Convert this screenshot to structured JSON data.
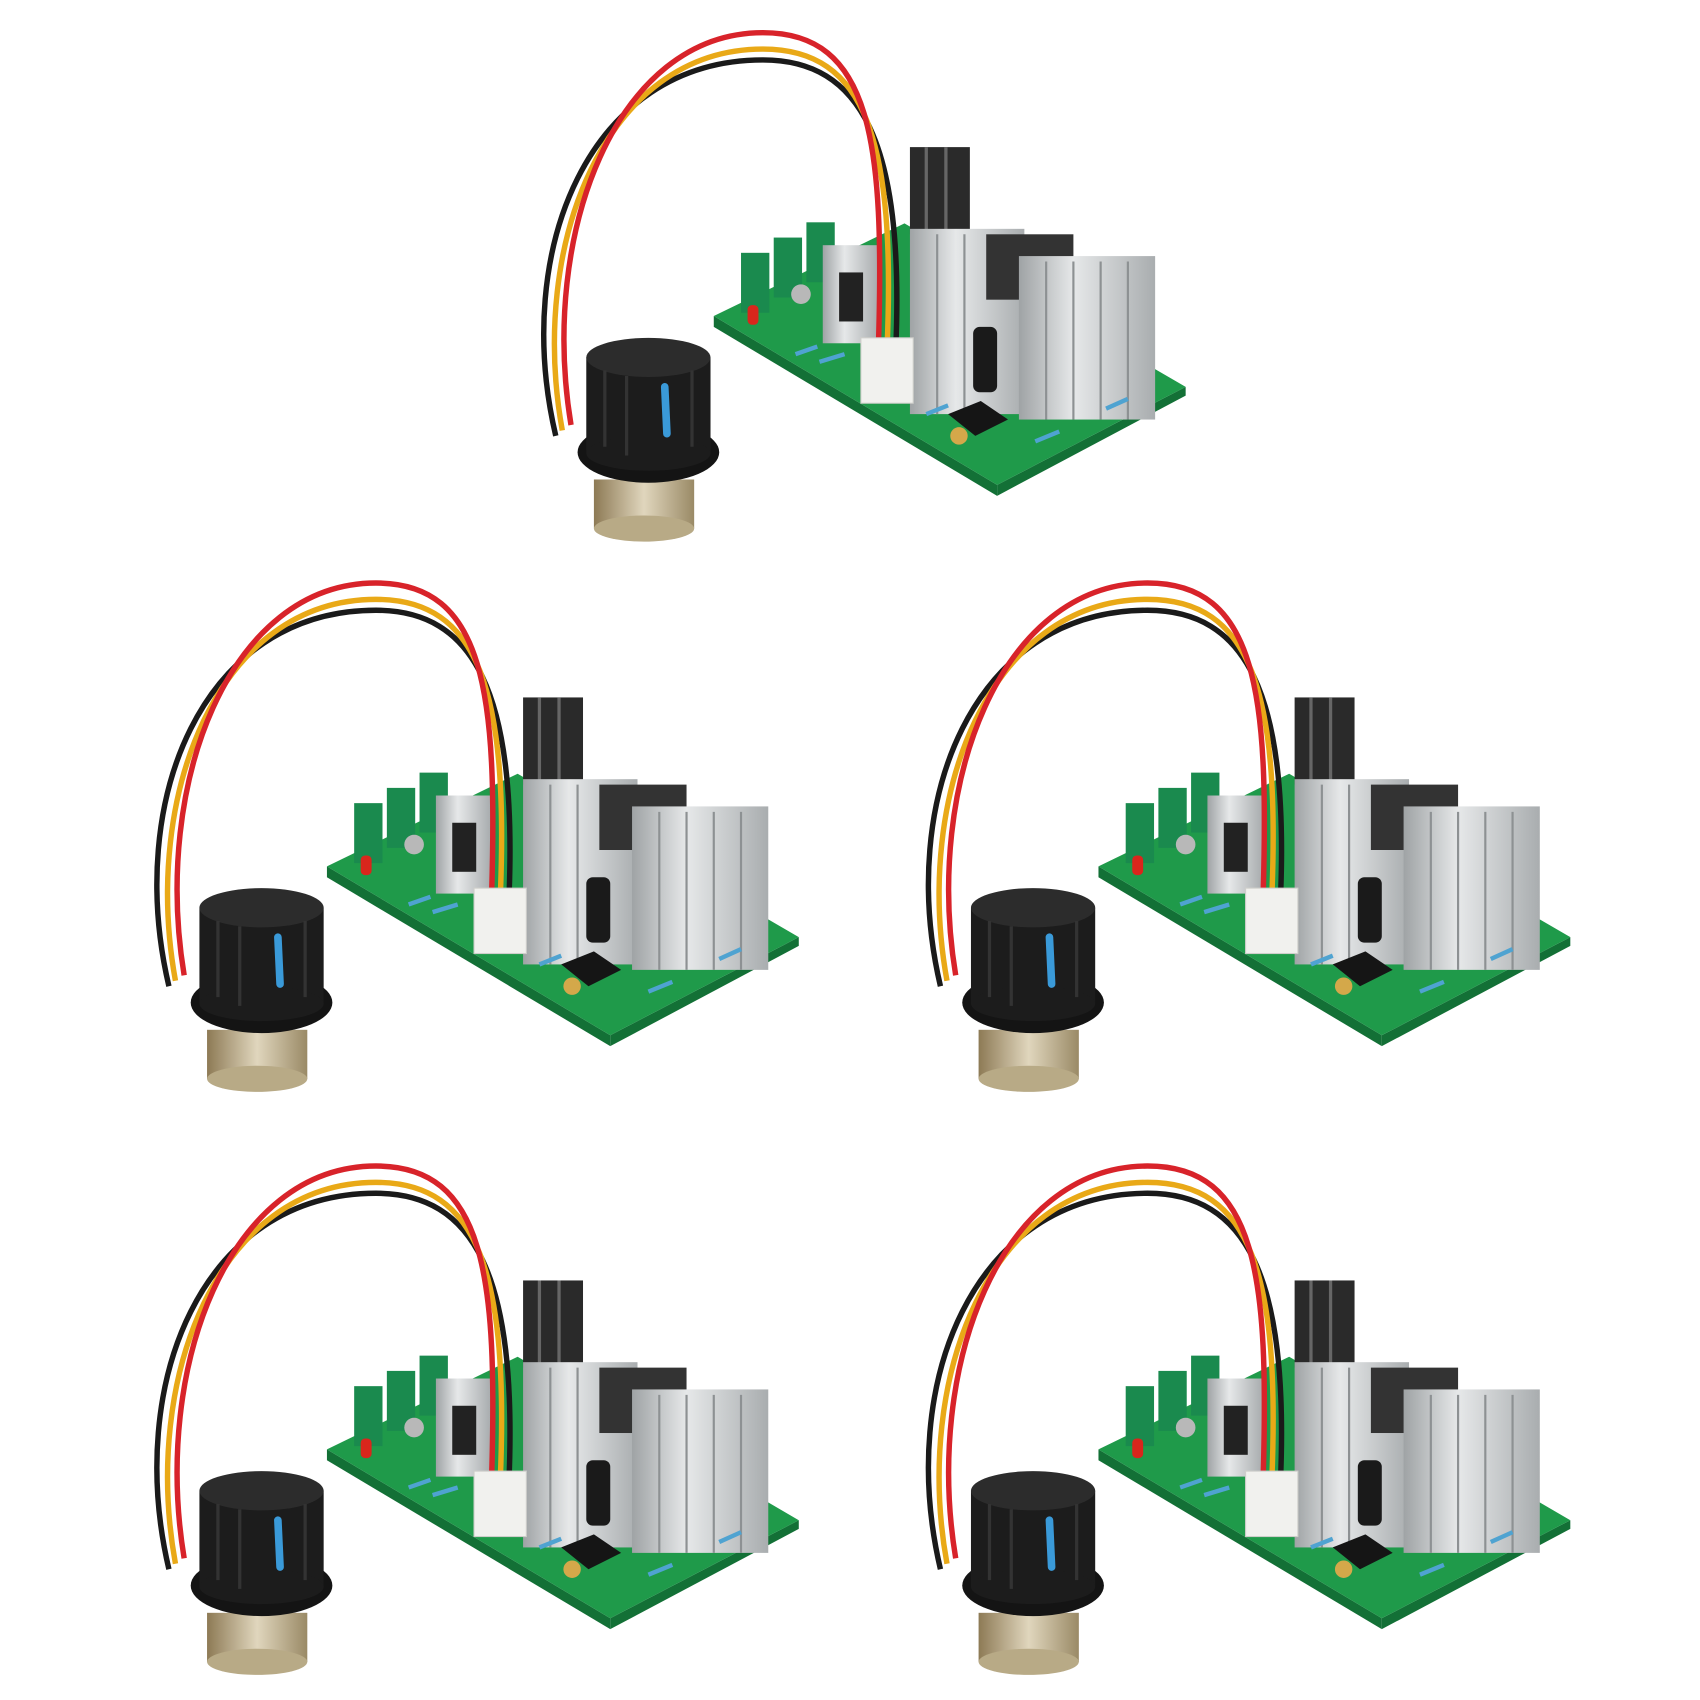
{
  "colors": {
    "background": "#ffffff",
    "pcb": "#1f9a4a",
    "pcb_edge": "#137036",
    "heatsink": "#c9cccd",
    "wire_red": "#d8232a",
    "wire_yellow": "#e9a917",
    "wire_black": "#1a1a1a",
    "knob": "#1c1c1c",
    "knob_stripe": "#3a9ad9",
    "led": "#d9261c"
  },
  "units": [
    {
      "id": "unit-1"
    },
    {
      "id": "unit-2"
    },
    {
      "id": "unit-3"
    },
    {
      "id": "unit-4"
    },
    {
      "id": "unit-5"
    }
  ]
}
